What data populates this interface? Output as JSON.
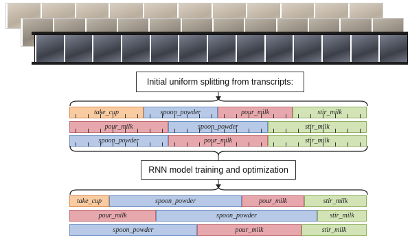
{
  "steps": {
    "step1": "Initial uniform splitting from transcripts:",
    "step2": "RNN model training and optimization"
  },
  "colors": {
    "take_cup": "#f9cba1",
    "spoon_powder": "#b7c9e6",
    "pour_milk": "#e7a8ad",
    "stir_milk": "#d2e3b6"
  },
  "initial_rows": [
    {
      "segments": [
        {
          "label": "take_cup",
          "color": "orange"
        },
        {
          "label": "spoon_powder",
          "color": "blue"
        },
        {
          "label": "pour_milk",
          "color": "red"
        },
        {
          "label": "stir_milk",
          "color": "green"
        }
      ]
    },
    {
      "segments": [
        {
          "label": "pour_milk",
          "color": "red"
        },
        {
          "label": "spoon_powder",
          "color": "blue"
        },
        {
          "label": "stir_milk",
          "color": "green"
        }
      ]
    },
    {
      "segments": [
        {
          "label": "spoon_powder",
          "color": "blue"
        },
        {
          "label": "pour_milk",
          "color": "red"
        },
        {
          "label": "stir_milk",
          "color": "green"
        }
      ]
    }
  ],
  "final_rows": [
    {
      "segments": [
        {
          "label": "take_cup",
          "color": "orange"
        },
        {
          "label": "spoon_powder",
          "color": "blue"
        },
        {
          "label": "pour_milk",
          "color": "red"
        },
        {
          "label": "stir_milk",
          "color": "green"
        }
      ]
    },
    {
      "segments": [
        {
          "label": "pour_milk",
          "color": "red"
        },
        {
          "label": "spoon_powder",
          "color": "blue"
        },
        {
          "label": "stir_milk",
          "color": "green"
        }
      ]
    },
    {
      "segments": [
        {
          "label": "spoon_powder",
          "color": "blue"
        },
        {
          "label": "pour_milk",
          "color": "red"
        },
        {
          "label": "stir_milk",
          "color": "green"
        }
      ]
    }
  ]
}
